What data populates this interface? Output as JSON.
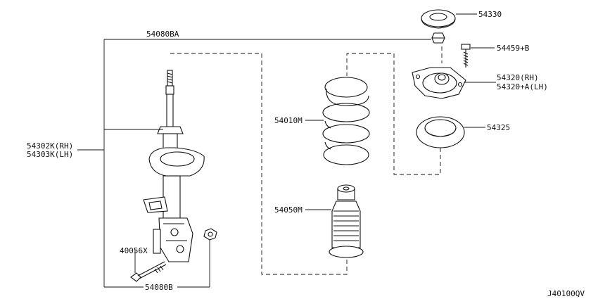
{
  "diagram": {
    "part_labels": {
      "top_seat": "54330",
      "mount_nut": "54080BA",
      "mount_bolt": "54459+B",
      "mount_insulator_rh": "54320(RH)",
      "mount_insulator_lh": "54320+A(LH)",
      "coil_spring": "54010M",
      "spring_seat": "54325",
      "strut_rh": "54302K(RH)",
      "strut_lh": "54303K(LH)",
      "bump_stop": "54050M",
      "knuckle_bolt": "40056X",
      "knuckle_nut": "54080B"
    },
    "diagram_code": "J40100QV"
  }
}
